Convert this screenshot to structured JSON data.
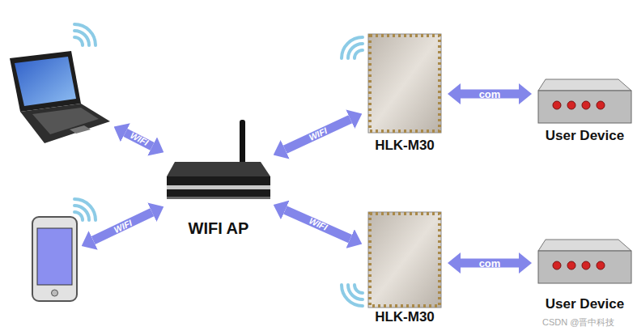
{
  "diagram": {
    "nodes": [
      {
        "text": []
      },
      {
        "text": [
          "WIFI AP"
        ]
      },
      {
        "text": []
      },
      {
        "text": [
          "HLK-M30"
        ]
      },
      {
        "text": [
          "HLK-M30"
        ]
      },
      {
        "text": [
          "User Device"
        ]
      },
      {
        "text": [
          "User Device"
        ]
      }
    ],
    "edges": [
      {
        "from": 0,
        "to": 1,
        "label": "WIFI",
        "arrow": "both"
      },
      {
        "from": 2,
        "to": 1,
        "label": "WIFI",
        "arrow": "both"
      },
      {
        "from": 1,
        "to": 3,
        "label": "WIFI",
        "arrow": "both"
      },
      {
        "from": 1,
        "to": 4,
        "label": "WIFI",
        "arrow": "both"
      },
      {
        "from": 3,
        "to": 5,
        "label": "com",
        "arrow": "both"
      },
      {
        "from": 4,
        "to": 6,
        "label": "com",
        "arrow": "both"
      }
    ],
    "labels": [
      "CSDN @晋中科技"
    ]
  }
}
